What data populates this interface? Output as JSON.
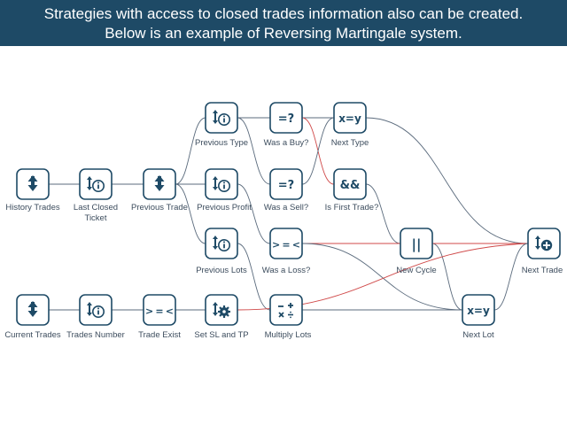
{
  "banner": {
    "line1": "Strategies with access to closed trades information also can be created.",
    "line2": "Below is an example of Reversing Martingale system."
  },
  "nodes": {
    "history_trades": {
      "label": "History Trades",
      "icon": "arrows-updown-icon"
    },
    "last_closed_1": {
      "label": "Last Closed",
      "icon": "arrows-info-icon"
    },
    "last_closed_2": {
      "label": "Ticket"
    },
    "previous_trade": {
      "label": "Previous Trade",
      "icon": "arrows-updown-icon"
    },
    "previous_type": {
      "label": "Previous Type",
      "icon": "arrows-info-icon"
    },
    "previous_profit": {
      "label": "Previous Profit",
      "icon": "arrows-info-icon"
    },
    "previous_lots": {
      "label": "Previous Lots",
      "icon": "arrows-info-icon"
    },
    "was_a_buy": {
      "label": "Was a Buy?",
      "glyph": "=?"
    },
    "was_a_sell": {
      "label": "Was a Sell?",
      "glyph": "=?"
    },
    "was_a_loss": {
      "label": "Was a Loss?",
      "glyph": "> = <"
    },
    "next_type": {
      "label": "Next Type",
      "glyph": "x=y"
    },
    "is_first_trade": {
      "label": "Is First Trade?",
      "glyph": "&&"
    },
    "new_cycle": {
      "label": "New Cycle",
      "glyph": "||"
    },
    "next_trade": {
      "label": "Next Trade",
      "icon": "arrows-plus-icon"
    },
    "current_trades": {
      "label": "Current Trades",
      "icon": "arrows-updown-icon"
    },
    "trades_number": {
      "label": "Trades Number",
      "icon": "arrows-info-icon"
    },
    "trade_exist": {
      "label": "Trade Exist",
      "glyph": "> = <"
    },
    "set_sl_tp": {
      "label": "Set SL and TP",
      "icon": "arrows-gear-icon"
    },
    "multiply_lots": {
      "label": "Multiply Lots",
      "icon": "math-operators-icon"
    },
    "next_lot": {
      "label": "Next Lot",
      "glyph": "x=y"
    }
  },
  "colors": {
    "banner": "#1e4a66",
    "node_border": "#1e4a66",
    "edge": "#5b6b7d",
    "edge_highlight": "#d04a4a"
  }
}
